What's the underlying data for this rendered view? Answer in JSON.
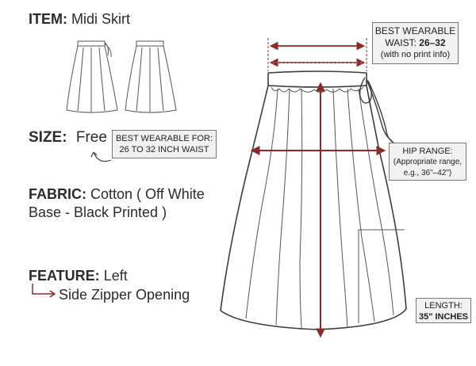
{
  "item": {
    "label": "ITEM:",
    "value": "Midi Skirt"
  },
  "size": {
    "label": "SIZE:",
    "value": "Free"
  },
  "fit_box": {
    "line1": "BEST WEARABLE FOR:",
    "line2": "26 TO 32 INCH WAIST"
  },
  "fabric": {
    "label": "FABRIC:",
    "line1": "Cotton ( Off White",
    "line2": "Base - Black Printed )"
  },
  "feature": {
    "label": "FEATURE:",
    "line1": "Left",
    "line2": "Side Zipper Opening"
  },
  "waist_box": {
    "line1": "BEST WEARABLE",
    "line2_prefix": "WAIST:",
    "line2_value": "26–32",
    "line3": "(with no print info)"
  },
  "hip_box": {
    "line1": "HIP RANGE:",
    "line2": "(Appropriate range,",
    "line3": "e.g., 36\"–42\")"
  },
  "length_box": {
    "line1": "LENGTH:",
    "line2": "35\" INCHES"
  },
  "colors": {
    "measure": "#8b2a2a",
    "outline": "#3c3c3c",
    "text": "#2b2b2b",
    "box_fill": "#f1f1f1"
  }
}
